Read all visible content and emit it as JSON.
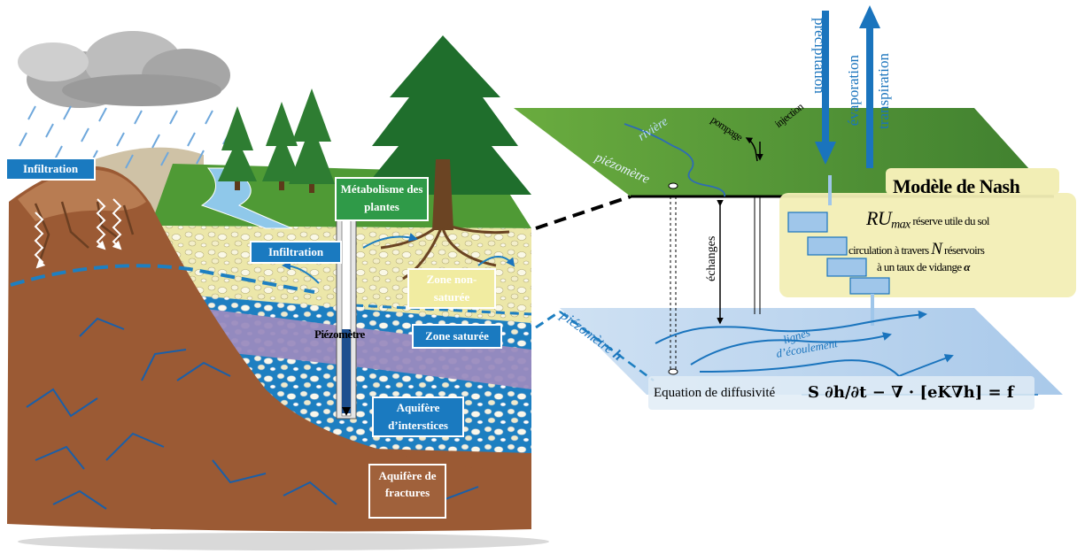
{
  "labels": {
    "infiltration_left": "Infiltration",
    "infiltration_center": "Infiltration",
    "metabolism": "Métabolisme des plantes",
    "zone_unsaturated": "Zone non-saturée",
    "piezometer": "Piézomètre",
    "zone_saturated": "Zone saturée",
    "aquifer_interstices": "Aquifère d’interstices",
    "aquifer_fractures": "Aquifère de fractures"
  },
  "model": {
    "riviere": "rivière",
    "piezometre_top": "piézomètre",
    "pompage": "pompage",
    "injection": "injection",
    "precipitation": "précipitation",
    "evaporation": "évaporation",
    "transpiration": "transpiration",
    "nash_title": "Modèle de Nash",
    "ru_max_main": "RU",
    "ru_max_sub": "max",
    "ru_text": "réserve utile du sol",
    "circ_prefix": "circulation à travers",
    "circ_n": "N",
    "circ_suffix": "réservoirs",
    "vidange_prefix": "à un taux de vidange",
    "vidange_alpha": "α",
    "echanges": "échanges",
    "piezometre_h_word": "piézomètre",
    "piezometre_h_var": "h",
    "lignes": "lignes",
    "ecoulement": "d’écoulement",
    "equation_label": "Equation de diffusivité",
    "equation": "S ∂h/∂t − ∇ · [eK∇h] = f"
  },
  "colors": {
    "soil_brown": "#9b5a34",
    "saturated_blue": "#1d7fc1",
    "unsaturated_yellow": "#ece7a9",
    "clay_purple": "#9a8bbf",
    "grass_green": "#5a9a3a",
    "nash_yellow": "#f2eeb5",
    "plane_blue": "#b7d3ee",
    "arrow_blue": "#1a74bd"
  }
}
